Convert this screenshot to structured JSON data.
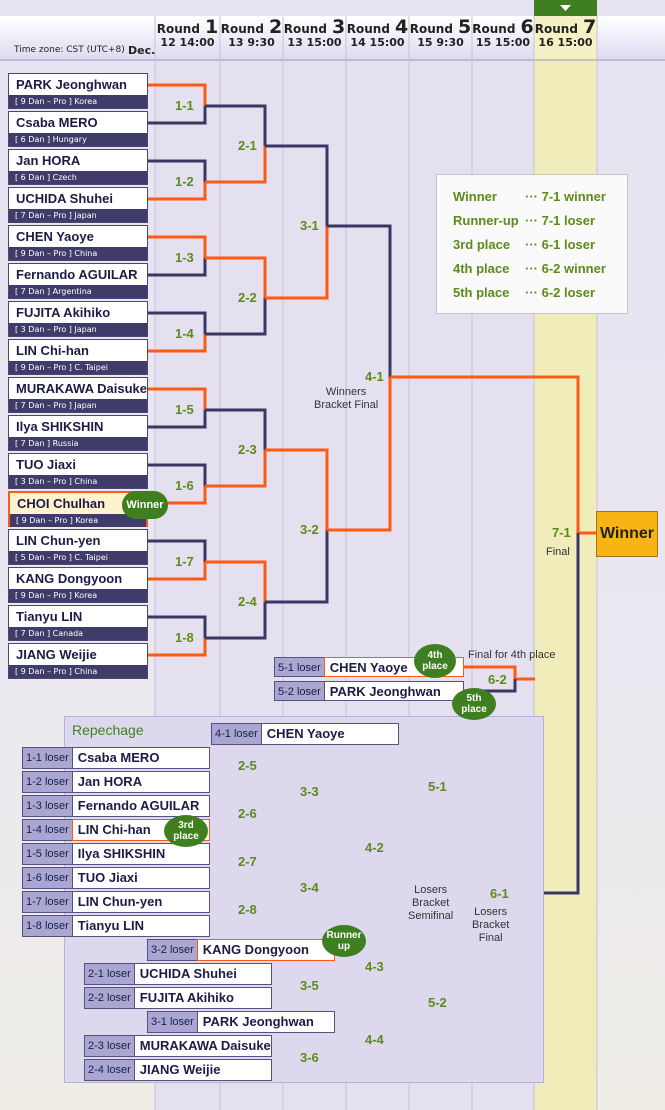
{
  "timezone": "Time zone: CST (UTC+8)",
  "month": "Dec.",
  "rounds": [
    {
      "word": "Round",
      "num": "1",
      "date": "12  14:00"
    },
    {
      "word": "Round",
      "num": "2",
      "date": "13    9:30"
    },
    {
      "word": "Round",
      "num": "3",
      "date": "13  15:00"
    },
    {
      "word": "Round",
      "num": "4",
      "date": "14  15:00"
    },
    {
      "word": "Round",
      "num": "5",
      "date": "15    9:30"
    },
    {
      "word": "Round",
      "num": "6",
      "date": "15  15:00"
    },
    {
      "word": "Round",
      "num": "7",
      "date": "16  15:00"
    }
  ],
  "players": [
    {
      "name": "PARK Jeonghwan",
      "info": "[ 9 Dan – Pro ]     Korea"
    },
    {
      "name": "Csaba MERO",
      "info": "[ 6 Dan ]     Hungary"
    },
    {
      "name": "Jan HORA",
      "info": "[ 6 Dan ]     Czech"
    },
    {
      "name": "UCHIDA Shuhei",
      "info": "[ 7 Dan – Pro ]     Japan"
    },
    {
      "name": "CHEN Yaoye",
      "info": "[ 9 Dan – Pro ]     China"
    },
    {
      "name": "Fernando AGUILAR",
      "info": "[ 7 Dan ]     Argentina"
    },
    {
      "name": "FUJITA Akihiko",
      "info": "[ 3 Dan – Pro ]     Japan"
    },
    {
      "name": "LIN Chi-han",
      "info": "[ 9 Dan – Pro ]     C. Taipei"
    },
    {
      "name": "MURAKAWA Daisuke",
      "info": "[ 7 Dan – Pro ]     Japan"
    },
    {
      "name": "Ilya SHIKSHIN",
      "info": "[ 7 Dan ]     Russia"
    },
    {
      "name": "TUO Jiaxi",
      "info": "[ 3 Dan – Pro ]     China"
    },
    {
      "name": "CHOI Chulhan",
      "info": "[ 9 Dan – Pro ]     Korea"
    },
    {
      "name": "LIN Chun-yen",
      "info": "[ 5 Dan – Pro ]     C. Taipei"
    },
    {
      "name": "KANG Dongyoon",
      "info": "[ 9 Dan – Pro ]     Korea"
    },
    {
      "name": "Tianyu LIN",
      "info": "[ 7 Dan ]     Canada"
    },
    {
      "name": "JIANG Weijie",
      "info": "[ 9 Dan – Pro ]     China"
    }
  ],
  "winner_badge": "Winner",
  "legend": [
    {
      "label": "Winner",
      "value": "··· 7-1 winner"
    },
    {
      "label": "Runner-up",
      "value": "··· 7-1 loser"
    },
    {
      "label": "3rd place",
      "value": "··· 6-1 loser"
    },
    {
      "label": "4th place",
      "value": "··· 6-2 winner"
    },
    {
      "label": "5th place",
      "value": "··· 6-2 loser"
    }
  ],
  "winner_box": "Winner",
  "notes": {
    "winners_final": "Winners\nBracket Final",
    "final": "Final",
    "final_4th": "Final for 4th place",
    "losers_semifinal": "Losers\nBracket\nSemifinal",
    "losers_final": "Losers\nBracket\nFinal"
  },
  "match_labels": {
    "m1_1": "1-1",
    "m1_2": "1-2",
    "m1_3": "1-3",
    "m1_4": "1-4",
    "m1_5": "1-5",
    "m1_6": "1-6",
    "m1_7": "1-7",
    "m1_8": "1-8",
    "m2_1": "2-1",
    "m2_2": "2-2",
    "m2_3": "2-3",
    "m2_4": "2-4",
    "m2_5": "2-5",
    "m2_6": "2-6",
    "m2_7": "2-7",
    "m2_8": "2-8",
    "m3_1": "3-1",
    "m3_2": "3-2",
    "m3_3": "3-3",
    "m3_4": "3-4",
    "m3_5": "3-5",
    "m3_6": "3-6",
    "m4_1": "4-1",
    "m4_2": "4-2",
    "m4_3": "4-3",
    "m4_4": "4-4",
    "m5_1": "5-1",
    "m5_2": "5-2",
    "m6_1": "6-1",
    "m6_2": "6-2",
    "m7_1": "7-1"
  },
  "fourth_place": [
    {
      "tag": "5-1 loser",
      "name": "CHEN Yaoye"
    },
    {
      "tag": "5-2 loser",
      "name": "PARK Jeonghwan"
    }
  ],
  "badges": {
    "fourth": "4th\nplace",
    "fifth": "5th\nplace",
    "third": "3rd\nplace",
    "runner_up": "Runner\nup"
  },
  "repechage_title": "Repechage",
  "repechage": [
    {
      "tag": "4-1 loser",
      "name": "CHEN Yaoye"
    },
    {
      "tag": "1-1 loser",
      "name": "Csaba MERO"
    },
    {
      "tag": "1-2 loser",
      "name": "Jan HORA"
    },
    {
      "tag": "1-3 loser",
      "name": "Fernando AGUILAR"
    },
    {
      "tag": "1-4 loser",
      "name": "LIN Chi-han"
    },
    {
      "tag": "1-5 loser",
      "name": "Ilya SHIKSHIN"
    },
    {
      "tag": "1-6 loser",
      "name": "TUO Jiaxi"
    },
    {
      "tag": "1-7 loser",
      "name": "LIN Chun-yen"
    },
    {
      "tag": "1-8 loser",
      "name": "Tianyu LIN"
    },
    {
      "tag": "3-2 loser",
      "name": "KANG Dongyoon"
    },
    {
      "tag": "2-1 loser",
      "name": "UCHIDA Shuhei"
    },
    {
      "tag": "2-2 loser",
      "name": "FUJITA Akihiko"
    },
    {
      "tag": "3-1 loser",
      "name": "PARK Jeonghwan"
    },
    {
      "tag": "2-3 loser",
      "name": "MURAKAWA Daisuke"
    },
    {
      "tag": "2-4 loser",
      "name": "JIANG Weijie"
    }
  ],
  "colors": {
    "win_line": "#ff5a14",
    "loss_line": "#3a3764",
    "label_green": "#5e8a1c",
    "badge_green": "#3f7f1f",
    "winner_gold": "#f7b413",
    "round7_highlight": "#f0edbb"
  }
}
